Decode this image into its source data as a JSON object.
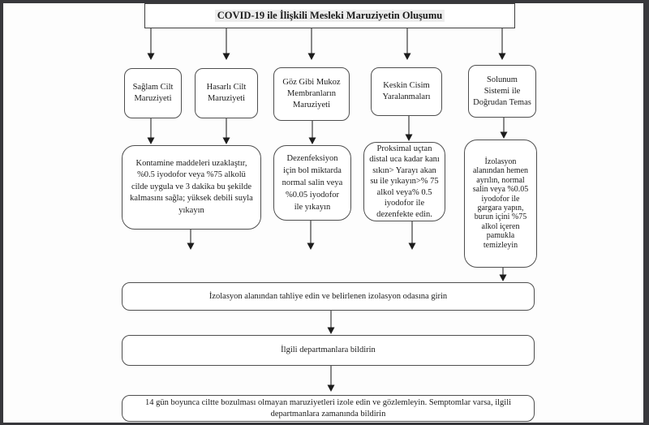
{
  "diagram": {
    "title": "COVID-19 ile İlişkili Mesleki Maruziyetin Oluşumu",
    "exposure_types": [
      {
        "label": "Sağlam Cilt Maruziyeti"
      },
      {
        "label": "Hasarlı Cilt Maruziyeti"
      },
      {
        "label": "Göz Gibi Mukoz Membranların Maruziyeti"
      },
      {
        "label": "Keskin Cisim Yaralanmaları"
      },
      {
        "label": "Solunum Sistemi ile Doğrudan Temas"
      }
    ],
    "first_aid_actions": [
      {
        "label": "Kontamine maddeleri uzaklaştır, %0.5 iyodofor veya %75 alkolü cilde uygula ve 3 dakika bu şekilde kalmasını sağla; yüksek debili suyla yıkayın"
      },
      {
        "label": "Dezenfeksiyon için bol miktarda normal salin veya %0.05 iyodofor ile yıkayın"
      },
      {
        "label": "Proksimal uçtan distal uca kadar kanı sıkın> Yarayı akan su ile yıkayın>% 75 alkol veya% 0.5 iyodofor ile dezenfekte edin."
      },
      {
        "label": "İzolasyon alanından hemen ayrılın, normal salin veya %0.05 iyodofor ile gargara yapın, burun içini %75 alkol içeren pamukla temizleyin"
      }
    ],
    "followup_steps": [
      {
        "label": "İzolasyon alanından tahliye edin ve belirlenen izolasyon odasına girin"
      },
      {
        "label": "İlgili departmanlara bildirin"
      },
      {
        "label": "14 gün boyunca ciltte bozulması olmayan maruziyetleri izole edin ve gözlemleyin. Semptomlar varsa, ilgili departmanlara zamanında bildirin"
      }
    ]
  },
  "colors": {
    "line": "#4a4a4a",
    "arrowhead": "#1c1c1c",
    "box_border": "#4e4e4e",
    "text": "#1b1b1b",
    "frame": "#38383c",
    "background": "#fdfdfd"
  }
}
